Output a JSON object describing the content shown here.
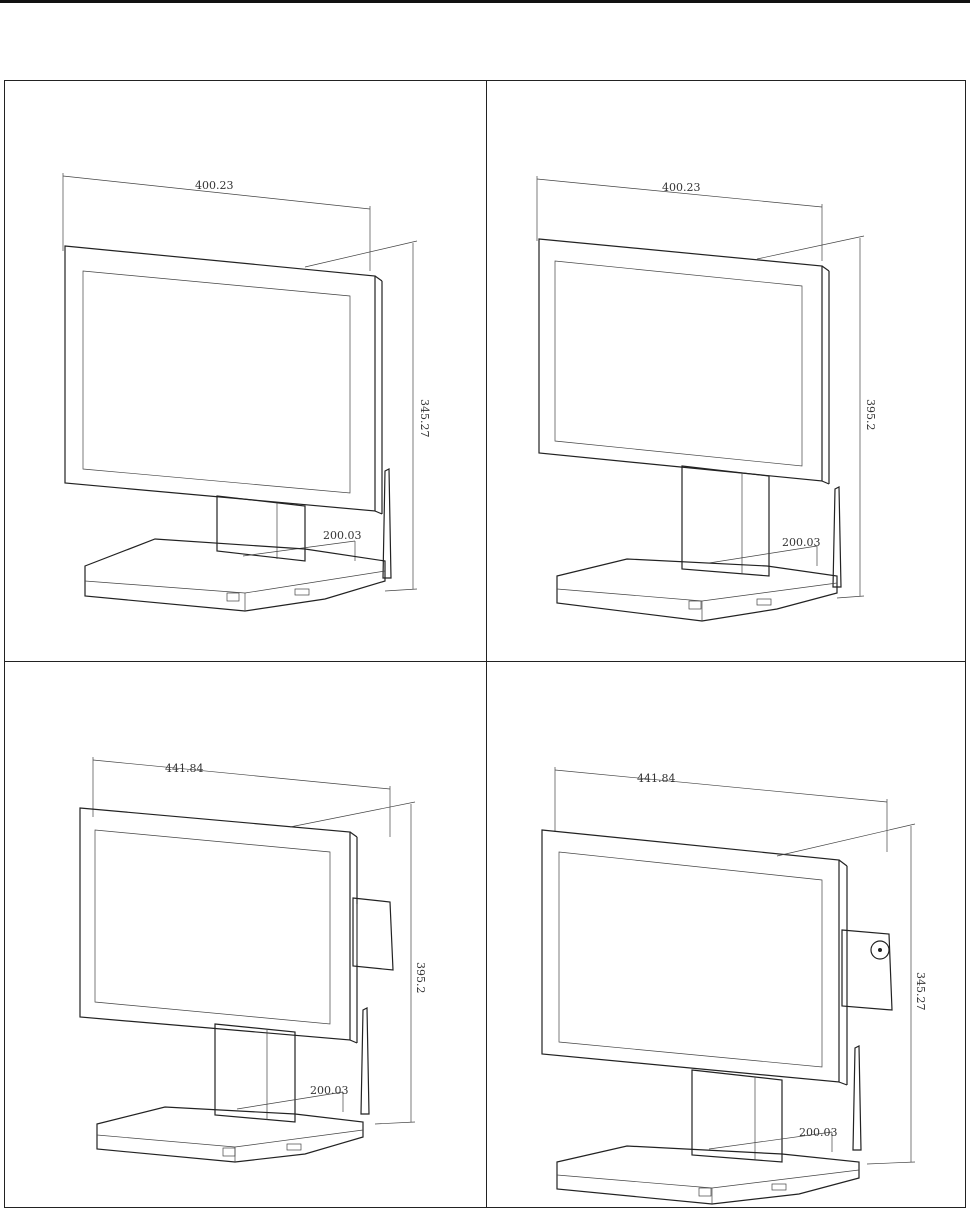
{
  "panels": [
    {
      "width_label": "400.23",
      "height_label": "345.27",
      "depth_label": "200.03"
    },
    {
      "width_label": "400.23",
      "height_label": "395.2",
      "depth_label": "200.03"
    },
    {
      "width_label": "441.84",
      "height_label": "395.2",
      "depth_label": "200.03"
    },
    {
      "width_label": "441.84",
      "height_label": "345.27",
      "depth_label": "200.03"
    }
  ]
}
